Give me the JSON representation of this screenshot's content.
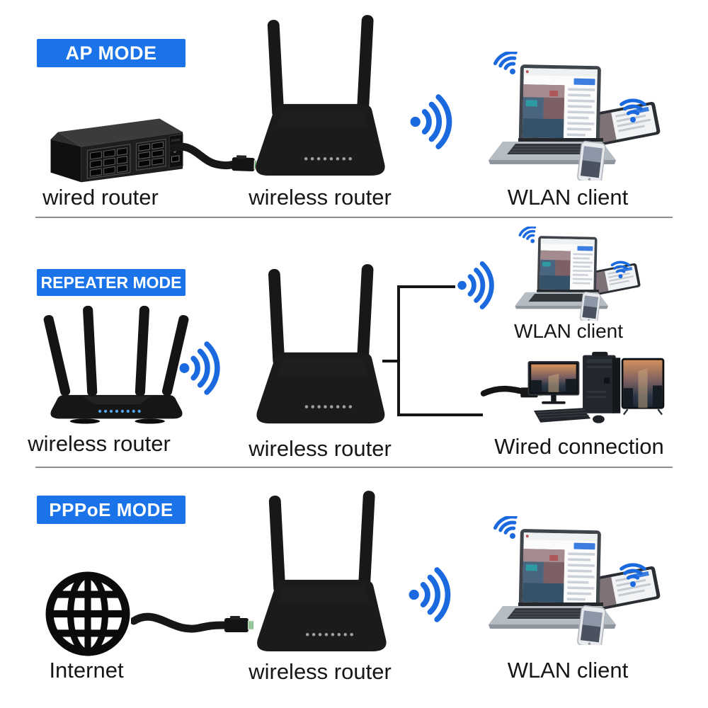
{
  "colors": {
    "badge_bg": "#1a73e8",
    "badge_text": "#ffffff",
    "wifi_blue": "#1b69de",
    "label_text": "#161616",
    "divider": "#8e8e8e",
    "background": "#ffffff",
    "led_blue": "#58a6ea"
  },
  "rows": [
    {
      "badge": "AP MODE",
      "labels": {
        "left": "wired router",
        "center": "wireless router",
        "right": "WLAN client"
      }
    },
    {
      "badge": "REPEATER MODE",
      "labels": {
        "left": "wireless router",
        "center": "wireless router",
        "right_top": "WLAN client",
        "right_bottom": "Wired connection"
      }
    },
    {
      "badge": "PPPoE MODE",
      "labels": {
        "left": "Internet",
        "center": "wireless router",
        "right": "WLAN client"
      }
    }
  ],
  "icons": {
    "wifi_signal": "wifi-signal-icon",
    "wifi_fan": "wifi-fan-icon",
    "globe": "globe-internet-icon"
  }
}
